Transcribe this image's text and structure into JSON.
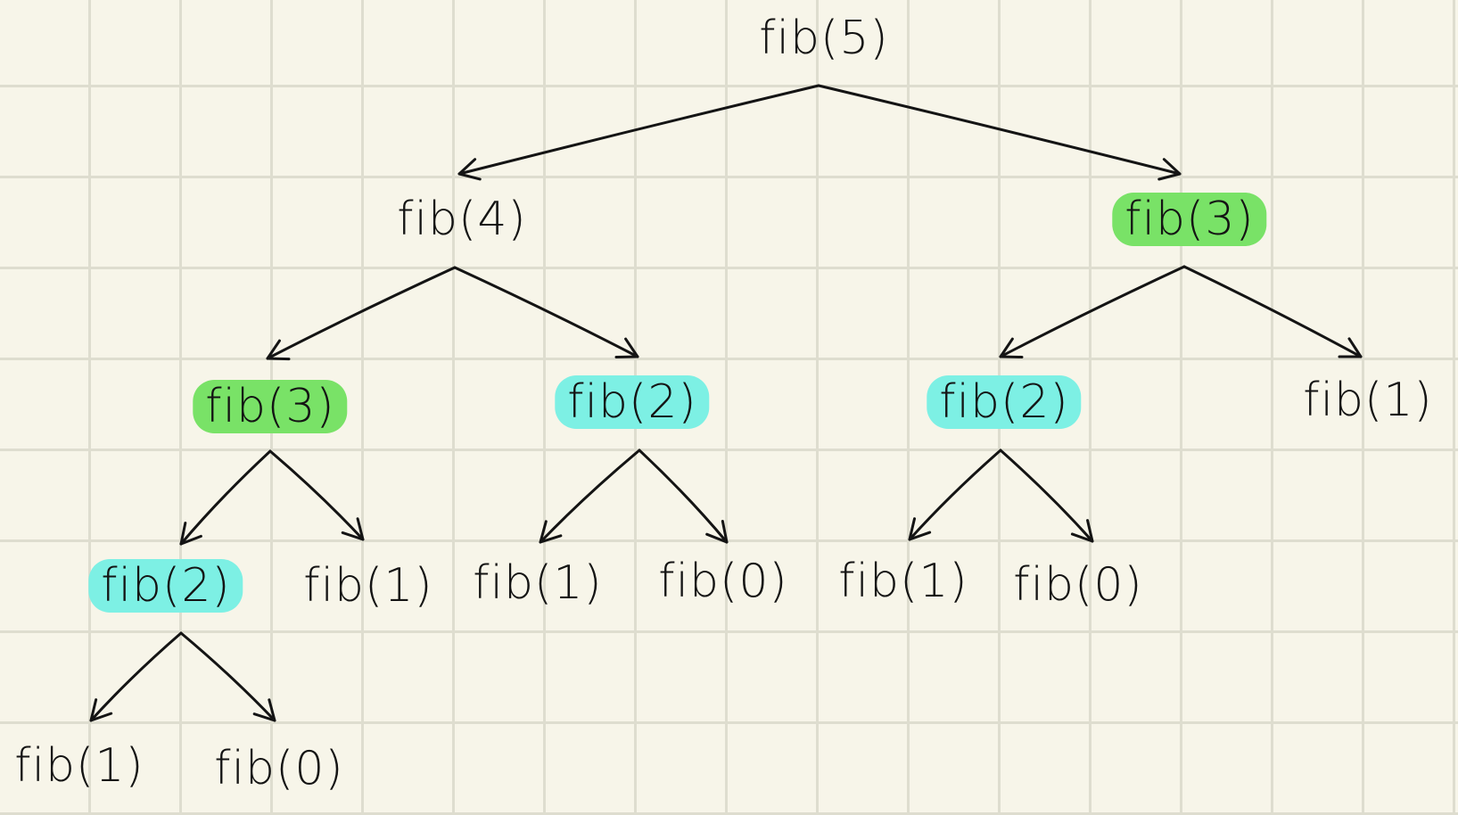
{
  "diagram": {
    "nodes": [
      {
        "id": "n5",
        "label": "fib(5)",
        "highlight": "none"
      },
      {
        "id": "n4",
        "label": "fib(4)",
        "highlight": "none"
      },
      {
        "id": "n3r",
        "label": "fib(3)",
        "highlight": "green"
      },
      {
        "id": "n3l",
        "label": "fib(3)",
        "highlight": "green"
      },
      {
        "id": "n2m",
        "label": "fib(2)",
        "highlight": "cyan"
      },
      {
        "id": "n2r",
        "label": "fib(2)",
        "highlight": "cyan"
      },
      {
        "id": "n1r",
        "label": "fib(1)",
        "highlight": "none"
      },
      {
        "id": "n2l",
        "label": "fib(2)",
        "highlight": "cyan"
      },
      {
        "id": "n1a",
        "label": "fib(1)",
        "highlight": "none"
      },
      {
        "id": "n1b",
        "label": "fib(1)",
        "highlight": "none"
      },
      {
        "id": "n0b",
        "label": "fib(0)",
        "highlight": "none"
      },
      {
        "id": "n1c",
        "label": "fib(1)",
        "highlight": "none"
      },
      {
        "id": "n0c",
        "label": "fib(0)",
        "highlight": "none"
      },
      {
        "id": "n1d",
        "label": "fib(1)",
        "highlight": "none"
      },
      {
        "id": "n0d",
        "label": "fib(0)",
        "highlight": "none"
      }
    ],
    "edges": [
      [
        "n5",
        "n4"
      ],
      [
        "n5",
        "n3r"
      ],
      [
        "n4",
        "n3l"
      ],
      [
        "n4",
        "n2m"
      ],
      [
        "n3r",
        "n2r"
      ],
      [
        "n3r",
        "n1r"
      ],
      [
        "n3l",
        "n2l"
      ],
      [
        "n3l",
        "n1a"
      ],
      [
        "n2m",
        "n1b"
      ],
      [
        "n2m",
        "n0b"
      ],
      [
        "n2r",
        "n1c"
      ],
      [
        "n2r",
        "n0c"
      ],
      [
        "n2l",
        "n1d"
      ],
      [
        "n2l",
        "n0d"
      ]
    ],
    "colors": {
      "background": "#f7f5e9",
      "grid": "#deddcf",
      "ink": "#141414",
      "highlight_green": "#79e267",
      "highlight_cyan": "#7df0e4"
    }
  }
}
